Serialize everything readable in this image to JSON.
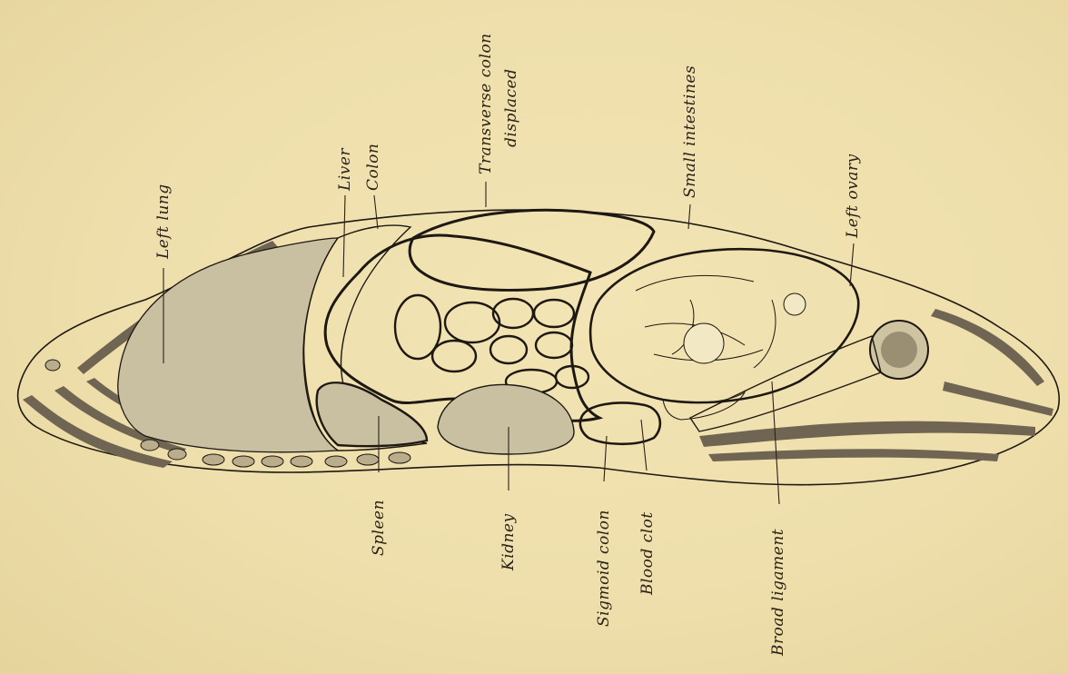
{
  "labels": {
    "left_lung": "Left lung",
    "liver": "Liver",
    "colon": "Colon",
    "transverse_colon_line1": "Transverse colon",
    "transverse_colon_line2": "displaced",
    "small_intestines": "Small intestines",
    "left_ovary": "Left ovary",
    "spleen": "Spleen",
    "kidney": "Kidney",
    "sigmoid_colon": "Sigmoid colon",
    "blood_clot": "Blood clot",
    "broad_ligament": "Broad ligament"
  },
  "colors": {
    "paper": "#eedfac",
    "ink": "#1e1812",
    "shading": "#c9c0a2"
  }
}
